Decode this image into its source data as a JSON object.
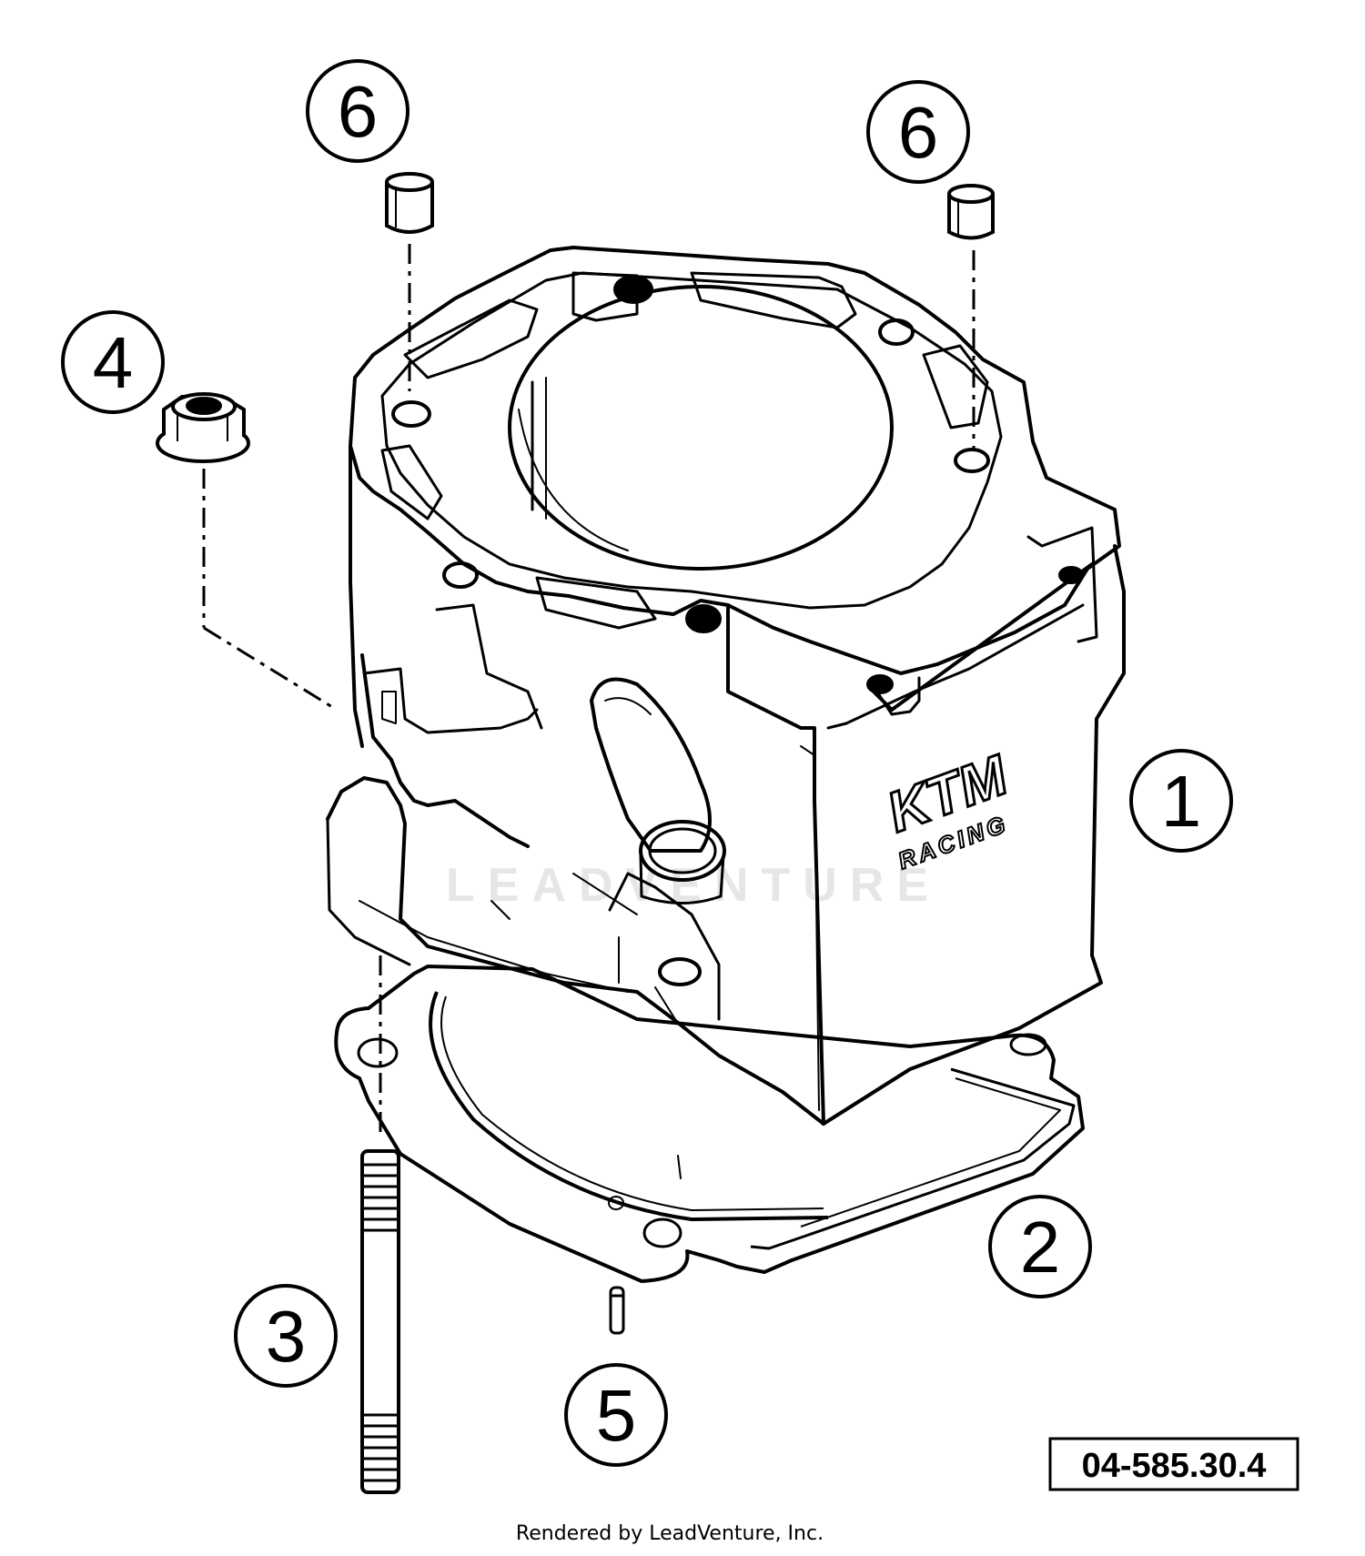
{
  "diagram": {
    "callouts": [
      {
        "id": "cylinder",
        "number": "1"
      },
      {
        "id": "gasket",
        "number": "2"
      },
      {
        "id": "stud",
        "number": "3"
      },
      {
        "id": "nut",
        "number": "4"
      },
      {
        "id": "pin",
        "number": "5"
      },
      {
        "id": "dowel-left",
        "number": "6"
      },
      {
        "id": "dowel-right",
        "number": "6"
      }
    ],
    "reference_code": "04-585.30.4",
    "brand_mark": "KTM",
    "brand_subtext": "RACING",
    "watermark": "LEADVENTURE",
    "credit": "Rendered by LeadVenture, Inc."
  },
  "colors": {
    "line": "#000000",
    "background": "#ffffff",
    "watermark": "#e6e6e6"
  }
}
